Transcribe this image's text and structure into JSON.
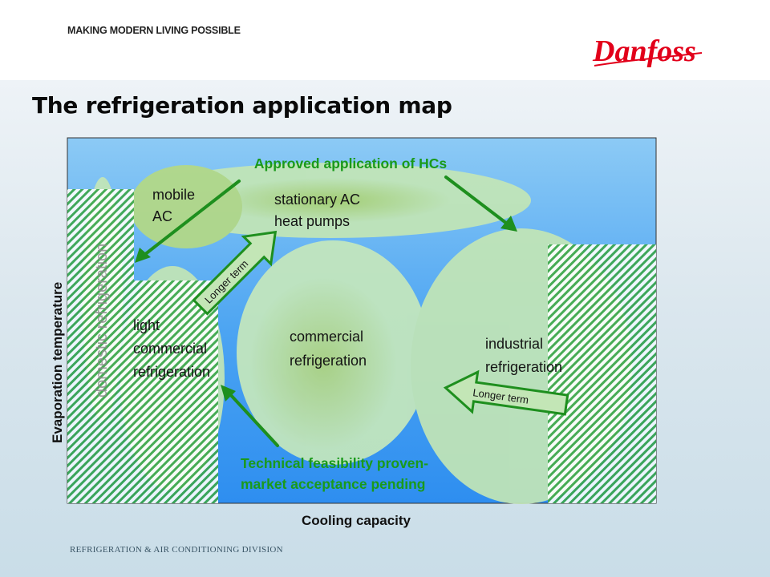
{
  "header": {
    "tagline": "MAKING MODERN LIVING POSSIBLE",
    "logo_text": "Danfoss",
    "brand_color": "#e2001a"
  },
  "slide": {
    "title": "The refrigeration application map"
  },
  "diagram": {
    "x_axis_label": "Cooling capacity",
    "y_axis_label": "Evaporation temperature",
    "approved_label": "Approved application of HCs",
    "technical_label_line1": "Technical feasibility proven-",
    "technical_label_line2": "market acceptance pending",
    "regions": {
      "mobile_ac": [
        "mobile",
        "AC"
      ],
      "stationary_ac": [
        "stationary AC",
        "heat pumps"
      ],
      "domestic": "domestic refrigeration",
      "light_commercial": [
        "light",
        "commercial",
        "refrigeration"
      ],
      "commercial": [
        "commercial",
        "refrigeration"
      ],
      "industrial": [
        "industrial",
        "refrigeration"
      ]
    },
    "longer_term_1": "Longer term",
    "longer_term_2": "Longer term",
    "colors": {
      "green_text": "#1a9a1a",
      "arrow_green": "#1e8f1e",
      "hatch_green": "#3aa64a",
      "ellipse_fill": "#bfe6b0",
      "plot_blue": "#3f9cf5"
    }
  },
  "footer": {
    "division": "REFRIGERATION & AIR CONDITIONING DIVISION"
  }
}
